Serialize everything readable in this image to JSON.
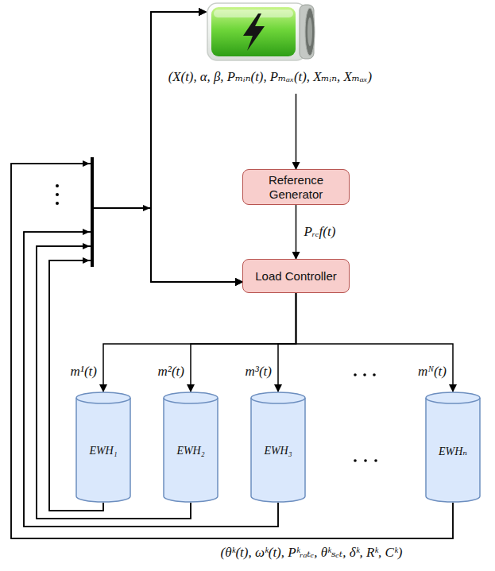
{
  "diagram": {
    "nodes": [
      {
        "text": [
          "(X(t), α, β, Pₘᵢₙ(t), Pₘₐₓ(t), Xₘᵢₙ, Xₘₐₓ)"
        ]
      },
      {
        "text": [
          "Reference Generator"
        ]
      },
      {
        "text": [
          "Load Controller"
        ]
      },
      {
        "text": [
          "EWH₁"
        ]
      },
      {
        "text": [
          "EWH₂"
        ]
      },
      {
        "text": [
          "EWH₃"
        ]
      },
      {
        "text": [
          "EWHₙ"
        ]
      }
    ],
    "edges": [
      {
        "from": 0,
        "to": 1,
        "arrow": "to"
      },
      {
        "from": 1,
        "to": 2,
        "label": "Pᵣₑf(t)",
        "arrow": "to"
      },
      {
        "from": 2,
        "to": 3,
        "label": "m¹(t)",
        "arrow": "to"
      },
      {
        "from": 2,
        "to": 4,
        "label": "m²(t)",
        "arrow": "to"
      },
      {
        "from": 2,
        "to": 5,
        "label": "m³(t)",
        "arrow": "to"
      },
      {
        "from": 2,
        "to": 6,
        "label": "mᴺ(t)",
        "arrow": "to"
      },
      {
        "from": 3,
        "to": 0,
        "arrow": "to"
      },
      {
        "from": 3,
        "to": 2,
        "arrow": "to"
      },
      {
        "from": 4,
        "to": 0,
        "arrow": "to"
      },
      {
        "from": 4,
        "to": 2,
        "arrow": "to"
      },
      {
        "from": 5,
        "to": 0,
        "arrow": "to"
      },
      {
        "from": 5,
        "to": 2,
        "arrow": "to"
      },
      {
        "from": 6,
        "to": 0,
        "arrow": "to"
      },
      {
        "from": 6,
        "to": 2,
        "arrow": "to"
      }
    ],
    "labels": [
      "(θᵏ(t), ωᵏ(t), Pᵏᵣₐₜₑ, θᵏₛₑₜ, δᵏ, Rᵏ, Cᵏ)"
    ]
  }
}
